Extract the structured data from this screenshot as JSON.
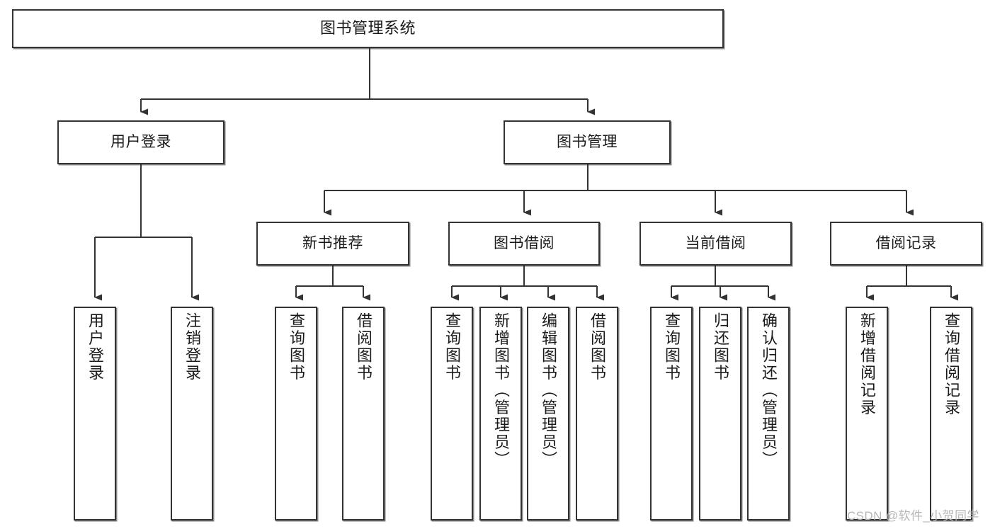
{
  "diagram": {
    "title": "图书管理系统",
    "type": "hierarchy-tree",
    "watermark": "CSDN @软件_小贺同学",
    "colors": {
      "box_border": "#333333",
      "box_fill": "#ffffff",
      "edge": "#333333",
      "text": "#1a1a1a",
      "watermark": "#b6b6b6"
    },
    "levels": {
      "root": {
        "label": "图书管理系统"
      },
      "level2": [
        {
          "id": "user-login",
          "label": "用户登录"
        },
        {
          "id": "book-manage",
          "label": "图书管理"
        }
      ],
      "level3": [
        {
          "id": "new-book-recommend",
          "label": "新书推荐",
          "parent": "book-manage"
        },
        {
          "id": "book-borrow",
          "label": "图书借阅",
          "parent": "book-manage"
        },
        {
          "id": "current-borrow",
          "label": "当前借阅",
          "parent": "book-manage"
        },
        {
          "id": "borrow-record",
          "label": "借阅记录",
          "parent": "book-manage"
        }
      ],
      "leaves": [
        {
          "id": "leaf-user-login",
          "label": "用户登录",
          "parent": "user-login"
        },
        {
          "id": "leaf-logout-login",
          "label": "注销登录",
          "parent": "user-login"
        },
        {
          "id": "leaf-query-book-1",
          "label": "查询图书",
          "parent": "new-book-recommend"
        },
        {
          "id": "leaf-borrow-book-1",
          "label": "借阅图书",
          "parent": "new-book-recommend"
        },
        {
          "id": "leaf-query-book-2",
          "label": "查询图书",
          "parent": "book-borrow"
        },
        {
          "id": "leaf-add-book",
          "label": "新增图书（管理员）",
          "parent": "book-borrow"
        },
        {
          "id": "leaf-edit-book",
          "label": "编辑图书（管理员）",
          "parent": "book-borrow"
        },
        {
          "id": "leaf-borrow-book-2",
          "label": "借阅图书",
          "parent": "book-borrow"
        },
        {
          "id": "leaf-query-book-3",
          "label": "查询图书",
          "parent": "current-borrow"
        },
        {
          "id": "leaf-return-book",
          "label": "归还图书",
          "parent": "current-borrow"
        },
        {
          "id": "leaf-confirm-return",
          "label": "确认归还（管理员）",
          "parent": "current-borrow"
        },
        {
          "id": "leaf-add-record",
          "label": "新增借阅记录",
          "parent": "borrow-record"
        },
        {
          "id": "leaf-query-record",
          "label": "查询借阅记录",
          "parent": "borrow-record"
        }
      ]
    }
  }
}
